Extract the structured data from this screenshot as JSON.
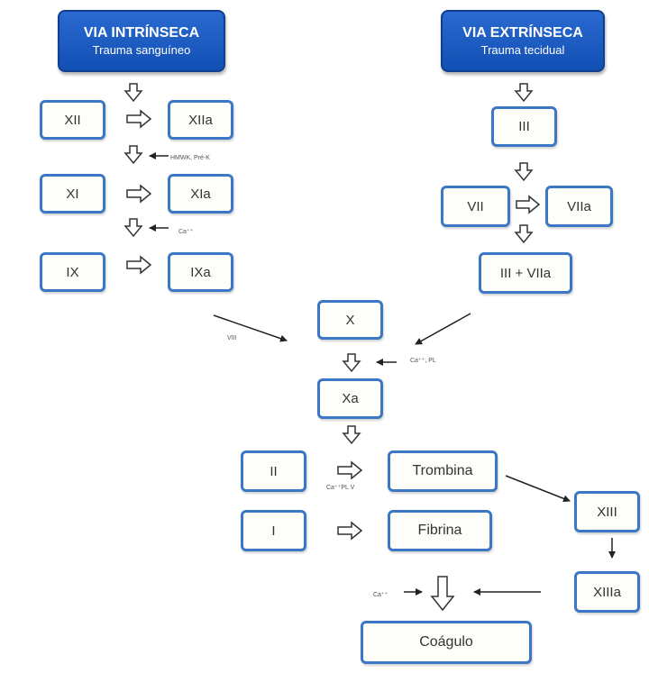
{
  "intrinsic": {
    "title": "VIA INTRÍNSECA",
    "subtitle": "Trauma sanguíneo"
  },
  "extrinsic": {
    "title": "VIA EXTRÍNSECA",
    "subtitle": "Trauma tecidual"
  },
  "nodes": {
    "xii": "XII",
    "xiia": "XIIa",
    "xi": "XI",
    "xia": "XIa",
    "ix": "IX",
    "ixa": "IXa",
    "iii": "III",
    "vii": "VII",
    "viia": "VIIa",
    "iii_viia": "III + VIIa",
    "x": "X",
    "xa": "Xa",
    "ii": "II",
    "trombina": "Trombina",
    "i": "I",
    "fibrina": "Fibrina",
    "xiii": "XIII",
    "xiiia": "XIIIa",
    "coagulo": "Coágulo"
  },
  "notes": {
    "hmwk": "HMWK, Pré-K",
    "ca1": "Ca⁺⁺",
    "viii": "VIII",
    "ca_pl": "Ca⁺⁺, PL",
    "ca_pl_v": "Ca⁺⁺PL V",
    "ca2": "Ca⁺⁺"
  },
  "colors": {
    "box_border": "#3a77c4",
    "header_fill": "#1a5cc4",
    "arrow": "#222222"
  }
}
